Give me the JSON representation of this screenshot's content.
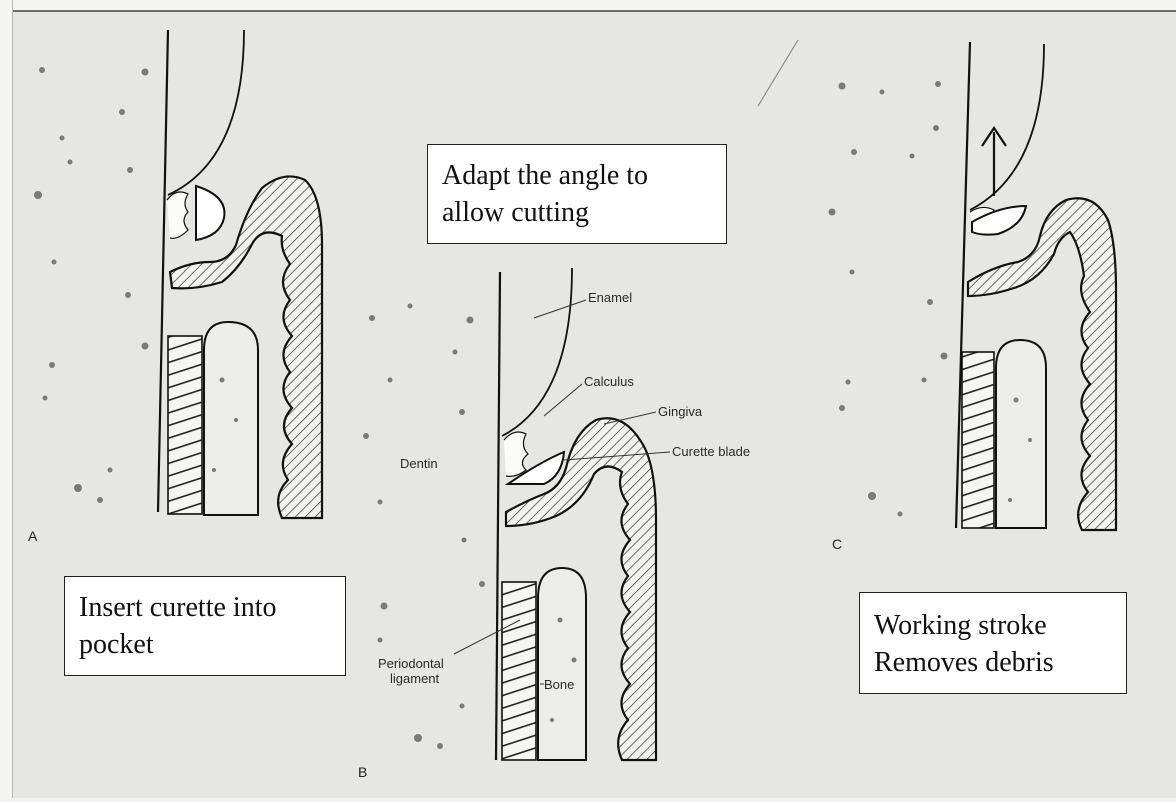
{
  "callouts": {
    "adapt_line1": "Adapt the angle to",
    "adapt_line2": "allow cutting",
    "insert_line1": "Insert curette into",
    "insert_line2": "pocket",
    "working_line1": "Working stroke",
    "working_line2": "Removes debris"
  },
  "labels": {
    "enamel": "Enamel",
    "calculus": "Calculus",
    "gingiva": "Gingiva",
    "curette_blade": "Curette blade",
    "dentin": "Dentin",
    "periodontal_line1": "Periodontal",
    "periodontal_line2": "ligament",
    "bone": "Bone"
  },
  "panel_letters": {
    "a": "A",
    "b": "B",
    "c": "C"
  }
}
